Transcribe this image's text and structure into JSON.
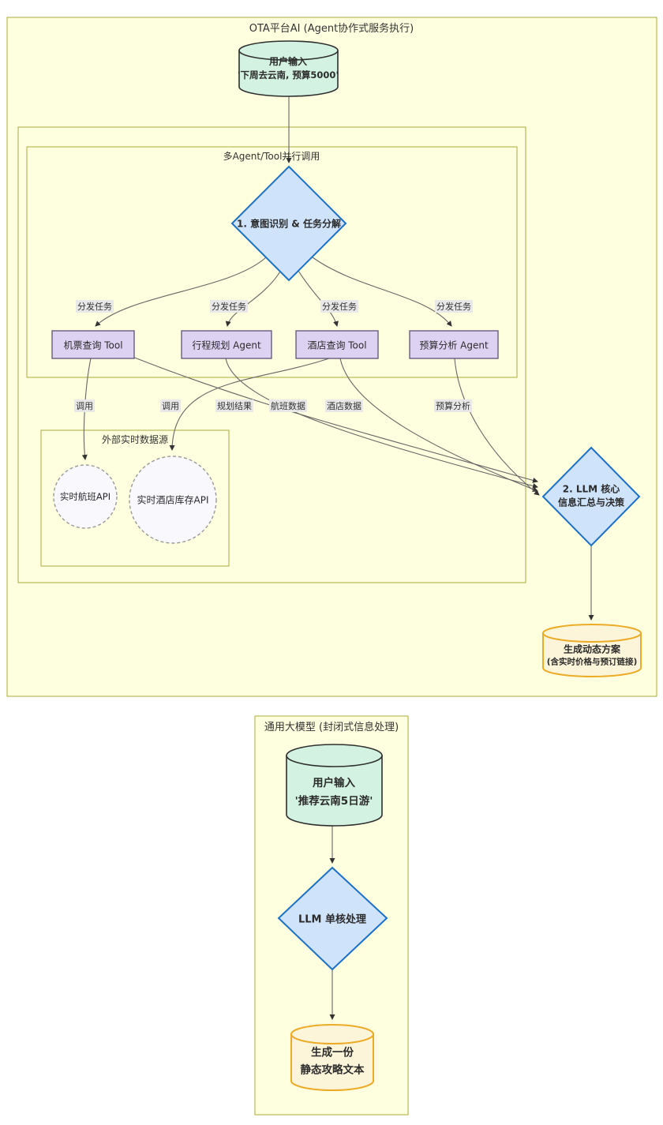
{
  "diagram": {
    "colors": {
      "container_fill": "#feffde",
      "container_stroke": "#abab3a",
      "diamond_fill": "#cfe3fb",
      "diamond_stroke": "#1d70c8",
      "worker_fill": "#ded2f3",
      "worker_stroke": "#5d5378",
      "input_cyl_fill": "#d3f2e2",
      "input_cyl_stroke": "#2f2f2f",
      "output_cyl_fill": "#fdf5da",
      "output_cyl_stroke": "#ecab27",
      "api_fill": "#f8f8fd",
      "api_stroke": "#999999",
      "edge": "#666666",
      "edge_label_bg": "#e8e8e8"
    },
    "ota": {
      "title": "OTA平台AI (Agent协作式服务执行)",
      "subgraph_parallel": "多Agent/Tool并行调用",
      "subgraph_external": "外部实时数据源",
      "user_input": {
        "line1": "用户输入",
        "line2": "'下周去云南, 预算5000'"
      },
      "intent_node": "1. 意图识别 & 任务分解",
      "workers": [
        {
          "label": "机票查询 Tool"
        },
        {
          "label": "行程规划 Agent"
        },
        {
          "label": "酒店查询 Tool"
        },
        {
          "label": "预算分析 Agent"
        }
      ],
      "apis": [
        {
          "label": "实时航班API"
        },
        {
          "label": "实时酒店库存API"
        }
      ],
      "llm_core": {
        "line1": "2. LLM 核心",
        "line2": "信息汇总与决策"
      },
      "output": {
        "line1": "生成动态方案",
        "line2": "(含实时价格与预订链接)"
      },
      "edge_labels": {
        "dispatch": "分发任务",
        "call": "调用",
        "plan_result": "规划结果",
        "flight_data": "航班数据",
        "hotel_data": "酒店数据",
        "budget_analysis": "预算分析"
      }
    },
    "generic": {
      "title": "通用大模型 (封闭式信息处理)",
      "user_input": {
        "line1": "用户输入",
        "line2": "'推荐云南5日游'"
      },
      "llm_node": "LLM 单核处理",
      "output": {
        "line1": "生成一份",
        "line2": "静态攻略文本"
      }
    }
  }
}
